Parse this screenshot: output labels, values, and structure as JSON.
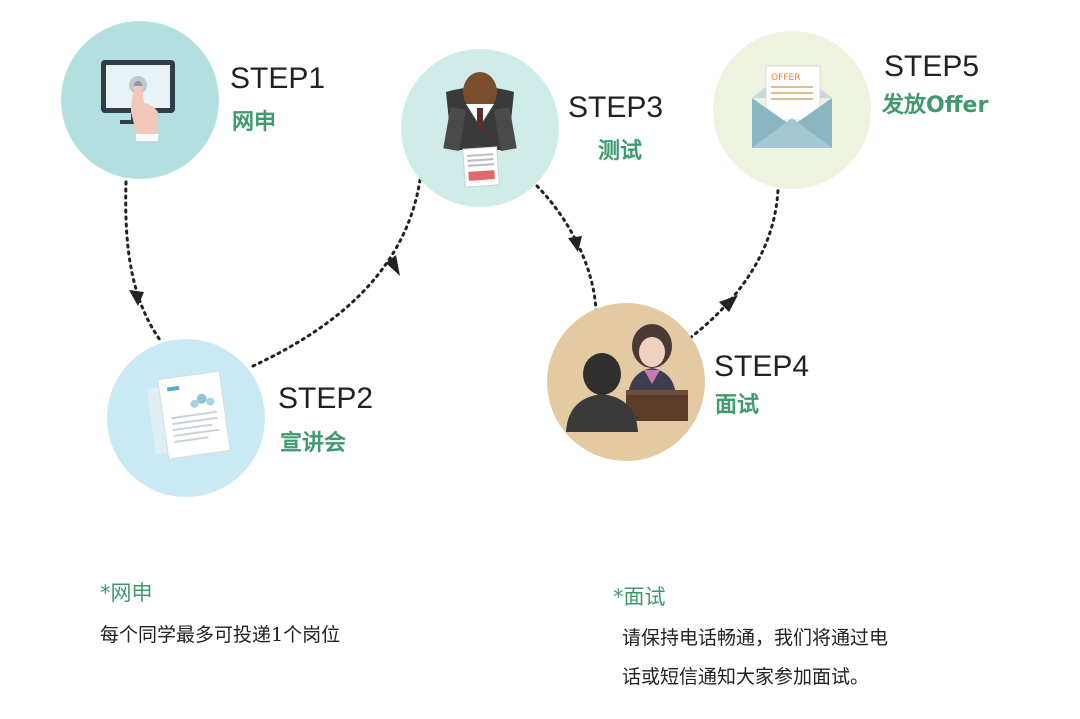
{
  "steps": [
    {
      "title": "STEP1",
      "label": "网申",
      "icon": "monitor-touch-icon",
      "color": "#b3e0df"
    },
    {
      "title": "STEP2",
      "label": "宣讲会",
      "icon": "document-icon",
      "color": "#c9e9f4"
    },
    {
      "title": "STEP3",
      "label": "测试",
      "icon": "person-with-paper-icon",
      "color": "#cfece9"
    },
    {
      "title": "STEP4",
      "label": "面试",
      "icon": "interview-people-icon",
      "color": "#e3caa2"
    },
    {
      "title": "STEP5",
      "label": "发放Offer",
      "icon": "offer-envelope-icon",
      "color": "#edf3de"
    }
  ],
  "notes": [
    {
      "title": "*网申",
      "lines": [
        "每个同学最多可投递1个岗位"
      ]
    },
    {
      "title": "*面试",
      "lines": [
        "请保持电话畅通，我们将通过电",
        "话或短信通知大家参加面试。"
      ]
    }
  ],
  "colors": {
    "accent_green": "#3f9a6e",
    "text_dark": "#222222",
    "dots": "#222222"
  }
}
